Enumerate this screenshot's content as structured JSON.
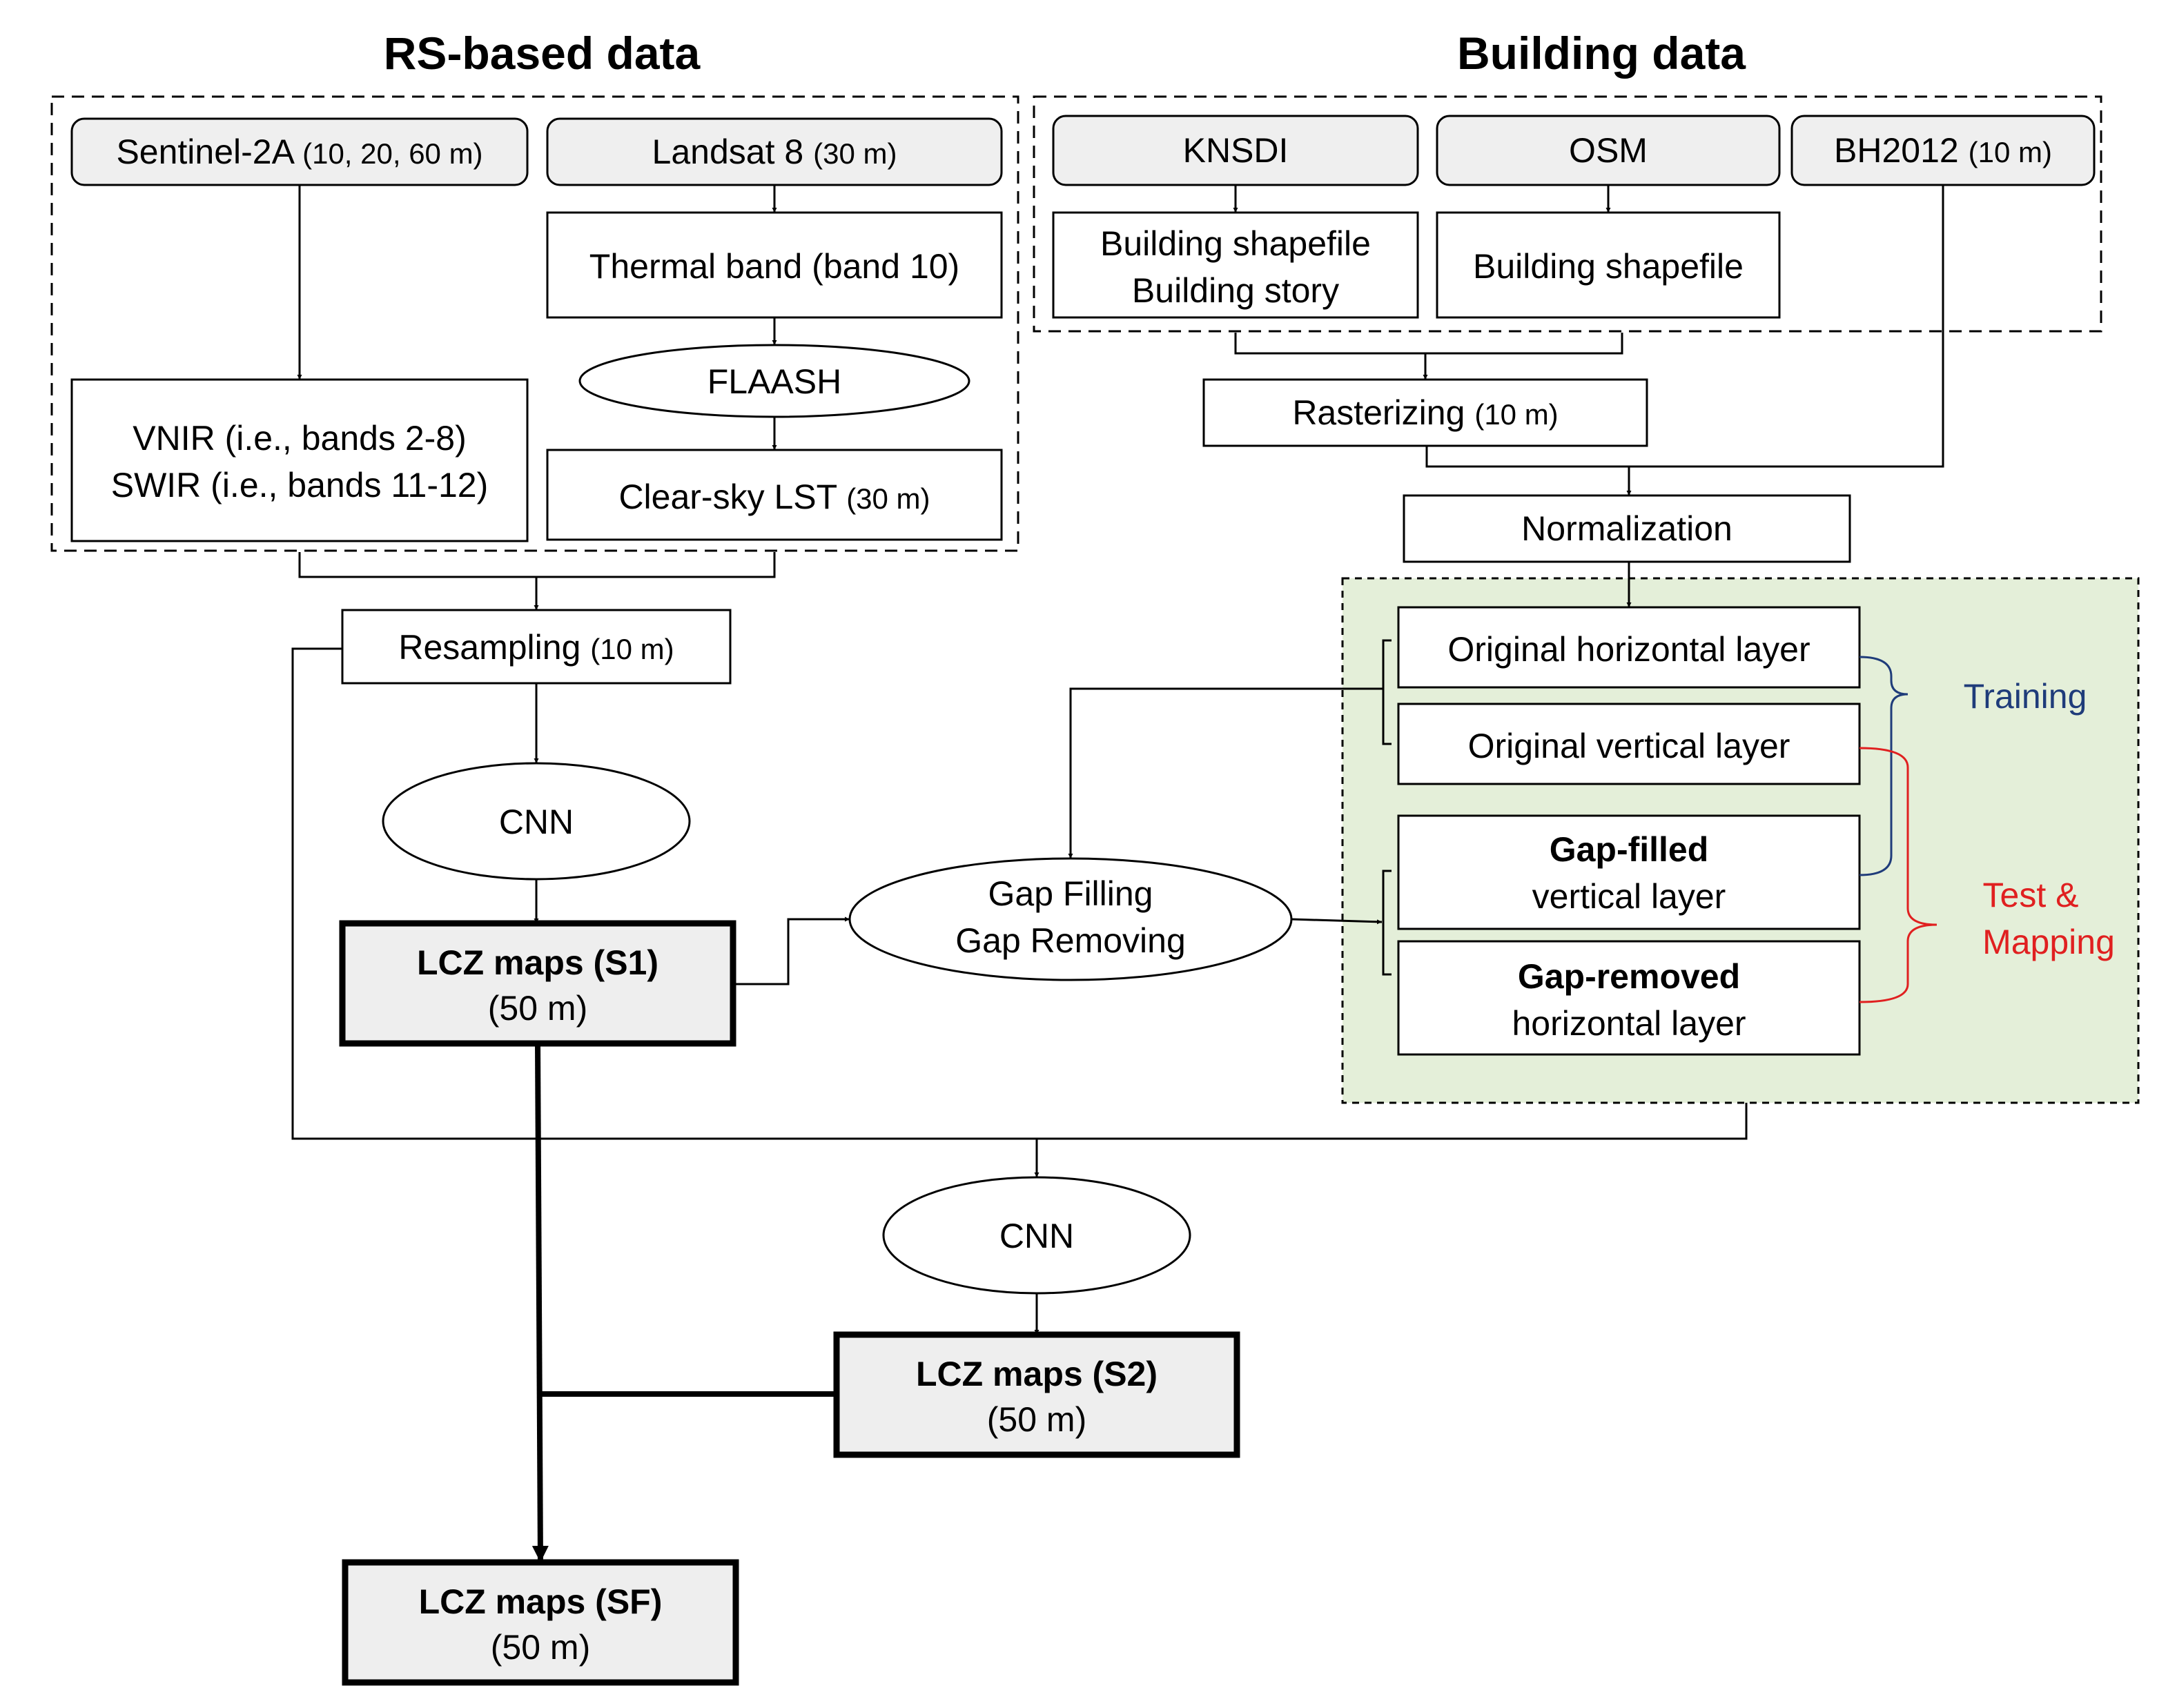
{
  "headers": {
    "rs": "RS-based data",
    "building": "Building data"
  },
  "rs": {
    "sentinel": {
      "name": "Sentinel-2A",
      "res": "(10, 20, 60 m)"
    },
    "landsat": {
      "name": "Landsat 8",
      "res": "(30 m)"
    },
    "thermal": "Thermal band (band 10)",
    "flaash": "FLAASH",
    "lst": {
      "name": "Clear-sky LST",
      "res": "(30 m)"
    },
    "vnir": "VNIR (i.e., bands 2-8)",
    "swir": "SWIR (i.e., bands 11-12)",
    "resampling": {
      "name": "Resampling",
      "res": "(10 m)"
    }
  },
  "building": {
    "knsdi": "KNSDI",
    "osm": "OSM",
    "bh2012": {
      "name": "BH2012",
      "res": "(10 m)"
    },
    "knsdi_shp": "Building shapefile",
    "knsdi_story": "Building story",
    "osm_shp": "Building shapefile",
    "rasterizing": {
      "name": "Rasterizing",
      "res": "(10 m)"
    },
    "normalization": "Normalization"
  },
  "layers": {
    "orig_h": "Original horizontal layer",
    "orig_v": "Original vertical layer",
    "gapfilled_bold": "Gap-filled",
    "gapfilled_rest": "vertical layer",
    "gapremoved_bold": "Gap-removed",
    "gapremoved_rest": "horizontal layer",
    "training": "Training",
    "test_1": "Test &",
    "test_2": "Mapping"
  },
  "process": {
    "cnn1": "CNN",
    "cnn2": "CNN",
    "gap_1": "Gap Filling",
    "gap_2": "Gap Removing"
  },
  "outputs": {
    "s1": {
      "title": "LCZ maps (S1)",
      "res": "(50 m)"
    },
    "s2": {
      "title": "LCZ maps (S2)",
      "res": "(50 m)"
    },
    "sf": {
      "title": "LCZ maps (SF)",
      "res": "(50 m)"
    }
  },
  "colors": {
    "training": "#1f3c7a",
    "test": "#e02020",
    "green_panel": "#e4efd9"
  }
}
